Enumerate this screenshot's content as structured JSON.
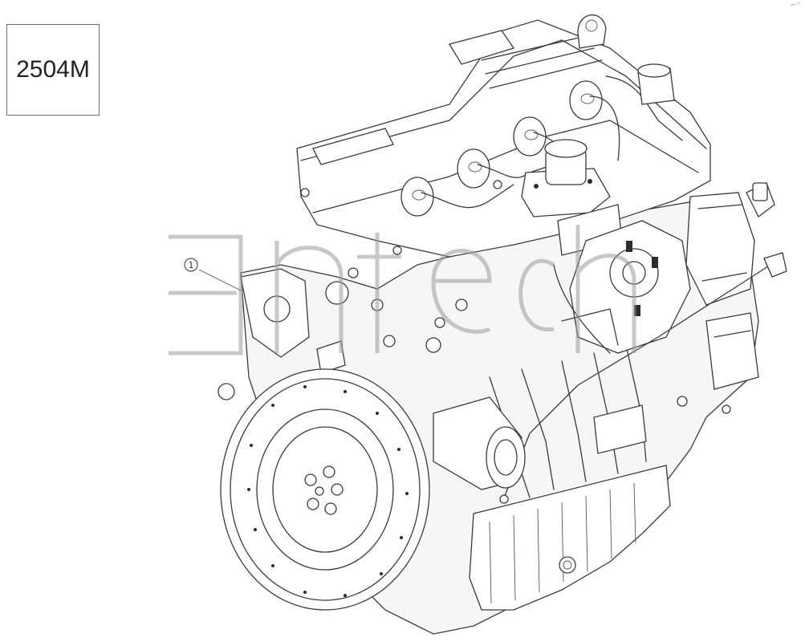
{
  "model": {
    "label": "2504M"
  },
  "callouts": [
    {
      "number": "1",
      "part": "engine-assembly"
    }
  ],
  "corner_mark": "⌐°",
  "watermark": {
    "text": "3ntech"
  },
  "colors": {
    "line": "#3a3a3a",
    "fill": "#ffffff",
    "watermark": "#9a9a9a",
    "frame": "#6e6e6e"
  }
}
